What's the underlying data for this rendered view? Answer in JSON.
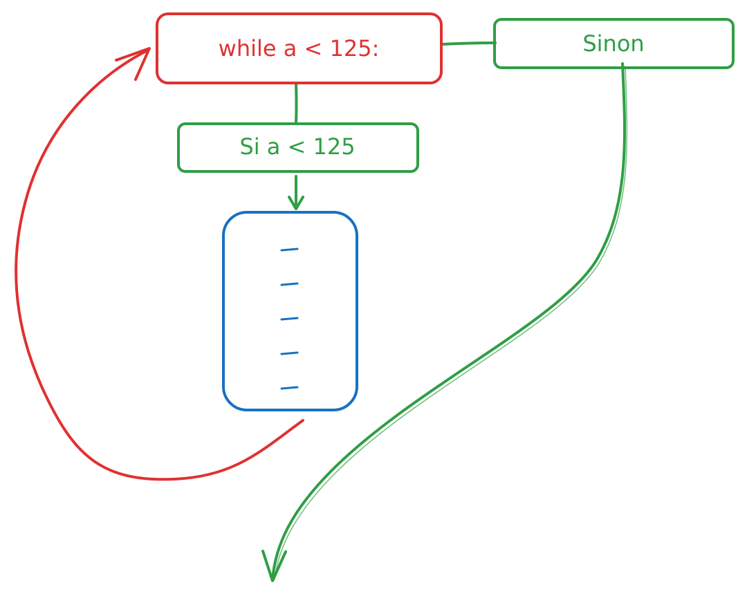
{
  "colors": {
    "red": "#e03131",
    "green": "#2f9e44",
    "blue": "#1971c2",
    "background": "#ffffff"
  },
  "nodes": {
    "while_box": {
      "label": "while a < 125:"
    },
    "sinon_box": {
      "label": "Sinon"
    },
    "si_box": {
      "label": "Si a < 125"
    },
    "body_box": {
      "lines": [
        "-",
        "-",
        "-",
        "-",
        "-"
      ]
    }
  }
}
